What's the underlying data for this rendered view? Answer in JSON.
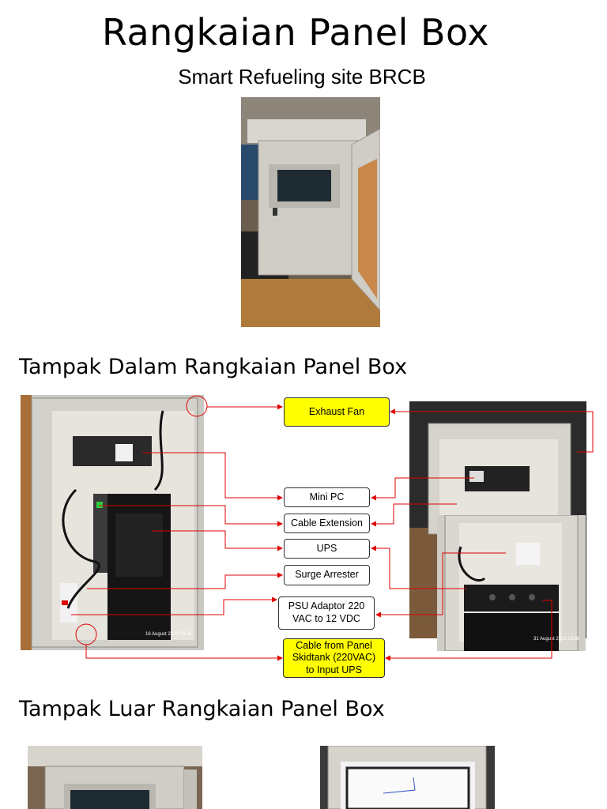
{
  "header": {
    "title": "Rangkaian Panel Box",
    "subtitle": "Smart Refueling site BRCB"
  },
  "sections": {
    "inside_title": "Tampak Dalam Rangkaian Panel Box",
    "outside_title": "Tampak Luar Rangkaian Panel Box"
  },
  "labels": {
    "exhaust_fan": "Exhaust Fan",
    "mini_pc": "Mini PC",
    "cable_extension": "Cable Extension",
    "ups": "UPS",
    "surge_arrester": "Surge Arrester",
    "psu_line1": "PSU Adaptor 220",
    "psu_line2": "VAC to 12 VDC",
    "cable_line1": "Cable from Panel",
    "cable_line2": "Skidtank (220VAC)",
    "cable_line3": "to Input UPS"
  },
  "photo_stamps": {
    "left_photo": "16 August 2023 09:50",
    "right_photo": "31 August 2023 16:59"
  },
  "colors": {
    "callout_yellow": "#ffff00",
    "arrow_red": "#e00000"
  }
}
